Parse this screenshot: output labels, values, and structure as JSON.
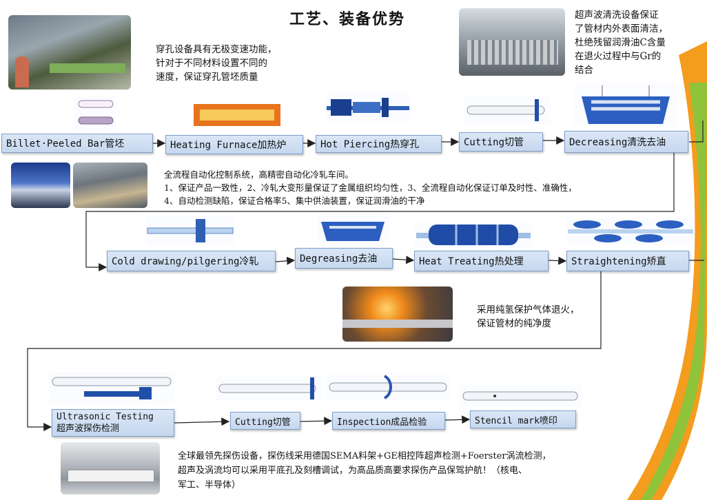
{
  "title": "工艺、装备优势",
  "notes": {
    "piercing": [
      "穿孔设备具有无极变速功能，",
      "针对于不同材料设置不同的",
      "速度，保证穿孔管坯质量"
    ],
    "ultrasonic": [
      "超声波清洗设备保证",
      "了管材内外表面清洁，",
      "杜绝残留润滑油C含量",
      "在退火过程中与Gr的",
      "结合"
    ],
    "automation": [
      "全流程自动化控制系统，高精密自动化冷轧车间。",
      "1、保证产品一致性，2、冷轧大变形量保证了金属组织均匀性，3、全流程自动化保证订单及时性、准确性，",
      "4、自动检测缺陷，保证合格率5、集中供油装置，保证润滑油的干净"
    ],
    "annealing": [
      "采用纯氢保护气体退火，",
      "保证管材的纯净度"
    ],
    "inspection": [
      "全球最领先探伤设备，探伤线采用德国SEMA料架+GE相控阵超声检测+Foerster涡流检测，",
      "超声及涡流均可以采用平底孔及刻槽调试，为高品质高要求探伤产品保驾护航！（核电、",
      "军工、半导体）"
    ]
  },
  "steps": {
    "billet": "Billet·Peeled Bar管坯",
    "heating": "Heating Furnace加热炉",
    "piercing": "Hot Piercing热穿孔",
    "cutting1": "Cutting切管",
    "decreasing": "Decreasing清洗去油",
    "cold": "Cold drawing/pilgering冷轧",
    "degreasing": "Degreasing去油",
    "heat": "Heat Treating热处理",
    "straight": "Straightening矫直",
    "ultra_en": "Ultrasonic Testing",
    "ultra_cn": "超声波探伤检测",
    "cutting2": "Cutting切管",
    "inspect": "Inspection成品检验",
    "stencil": "Stencil mark喷印"
  },
  "colors": {
    "box_fill": "#c5d7ef",
    "box_border": "#7f9fc9",
    "accent_orange": "#f39c1e",
    "accent_green": "#8fc33a"
  }
}
